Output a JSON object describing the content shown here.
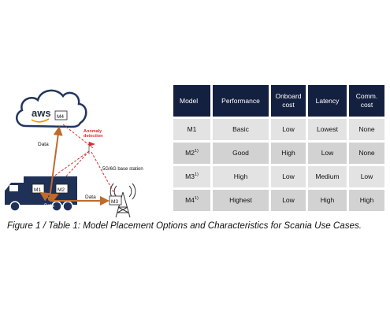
{
  "diagram": {
    "cloud_logo": "aws",
    "cloud_model": "M4",
    "truck_models": [
      "M1",
      "M2"
    ],
    "tower_model": "M3",
    "anomaly_label_line1": "Anomaly",
    "anomaly_label_line2": "detection",
    "base_station_label": "5G/6G base station",
    "data_label_up": "Data",
    "data_label_truck": "Data",
    "data_label_right": "Data",
    "colors": {
      "arrow": "#c06a2b",
      "dashed": "#e02a2a",
      "truck": "#1f3157",
      "cloud_stroke": "#22355e"
    }
  },
  "table": {
    "headers": [
      {
        "key": "model",
        "line1": "Model",
        "line2": ""
      },
      {
        "key": "performance",
        "line1": "Performance",
        "line2": ""
      },
      {
        "key": "onboard",
        "line1": "Onboard",
        "line2": "cost"
      },
      {
        "key": "latency",
        "line1": "Latency",
        "line2": ""
      },
      {
        "key": "comm",
        "line1": "Comm.",
        "line2": "cost"
      }
    ],
    "rows": [
      {
        "model": "M1",
        "sup": "",
        "performance": "Basic",
        "onboard": "Low",
        "latency": "Lowest",
        "comm": "None"
      },
      {
        "model": "M2",
        "sup": "1)",
        "performance": "Good",
        "onboard": "High",
        "latency": "Low",
        "comm": "None"
      },
      {
        "model": "M3",
        "sup": "1)",
        "performance": "High",
        "onboard": "Low",
        "latency": "Medium",
        "comm": "Low"
      },
      {
        "model": "M4",
        "sup": "1)",
        "performance": "Highest",
        "onboard": "Low",
        "latency": "High",
        "comm": "High"
      }
    ]
  },
  "caption": "Figure 1 / Table 1: Model Placement Options and Characteristics for Scania Use Cases."
}
